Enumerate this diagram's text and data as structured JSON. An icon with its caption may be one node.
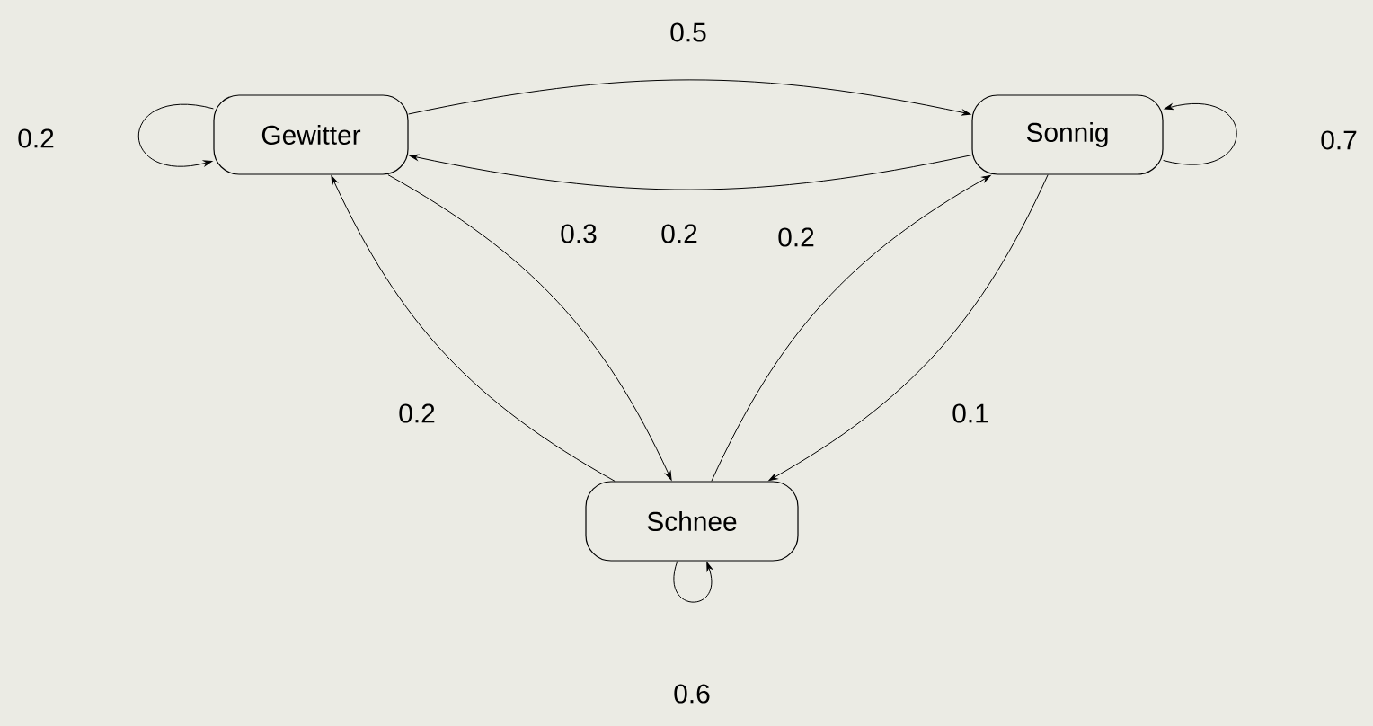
{
  "diagram": {
    "nodes": [
      {
        "text": [
          "Gewitter"
        ]
      },
      {
        "text": [
          "Sonnig"
        ]
      },
      {
        "text": [
          "Schnee"
        ]
      }
    ],
    "edges": [
      {
        "from": 0,
        "to": 0,
        "arrow": "to",
        "label": "0.2"
      },
      {
        "from": 0,
        "to": 1,
        "arrow": "to",
        "label": "0.5"
      },
      {
        "from": 1,
        "to": 0,
        "arrow": "to",
        "label": "0.2"
      },
      {
        "from": 1,
        "to": 1,
        "arrow": "to",
        "label": "0.7"
      },
      {
        "from": 0,
        "to": 2,
        "arrow": "to",
        "label": "0.3"
      },
      {
        "from": 2,
        "to": 0,
        "arrow": "to",
        "label": "0.2"
      },
      {
        "from": 2,
        "to": 1,
        "arrow": "to",
        "label": "0.2"
      },
      {
        "from": 1,
        "to": 2,
        "arrow": "to",
        "label": "0.1"
      },
      {
        "from": 2,
        "to": 2,
        "arrow": "to",
        "label": "0.6"
      }
    ]
  }
}
